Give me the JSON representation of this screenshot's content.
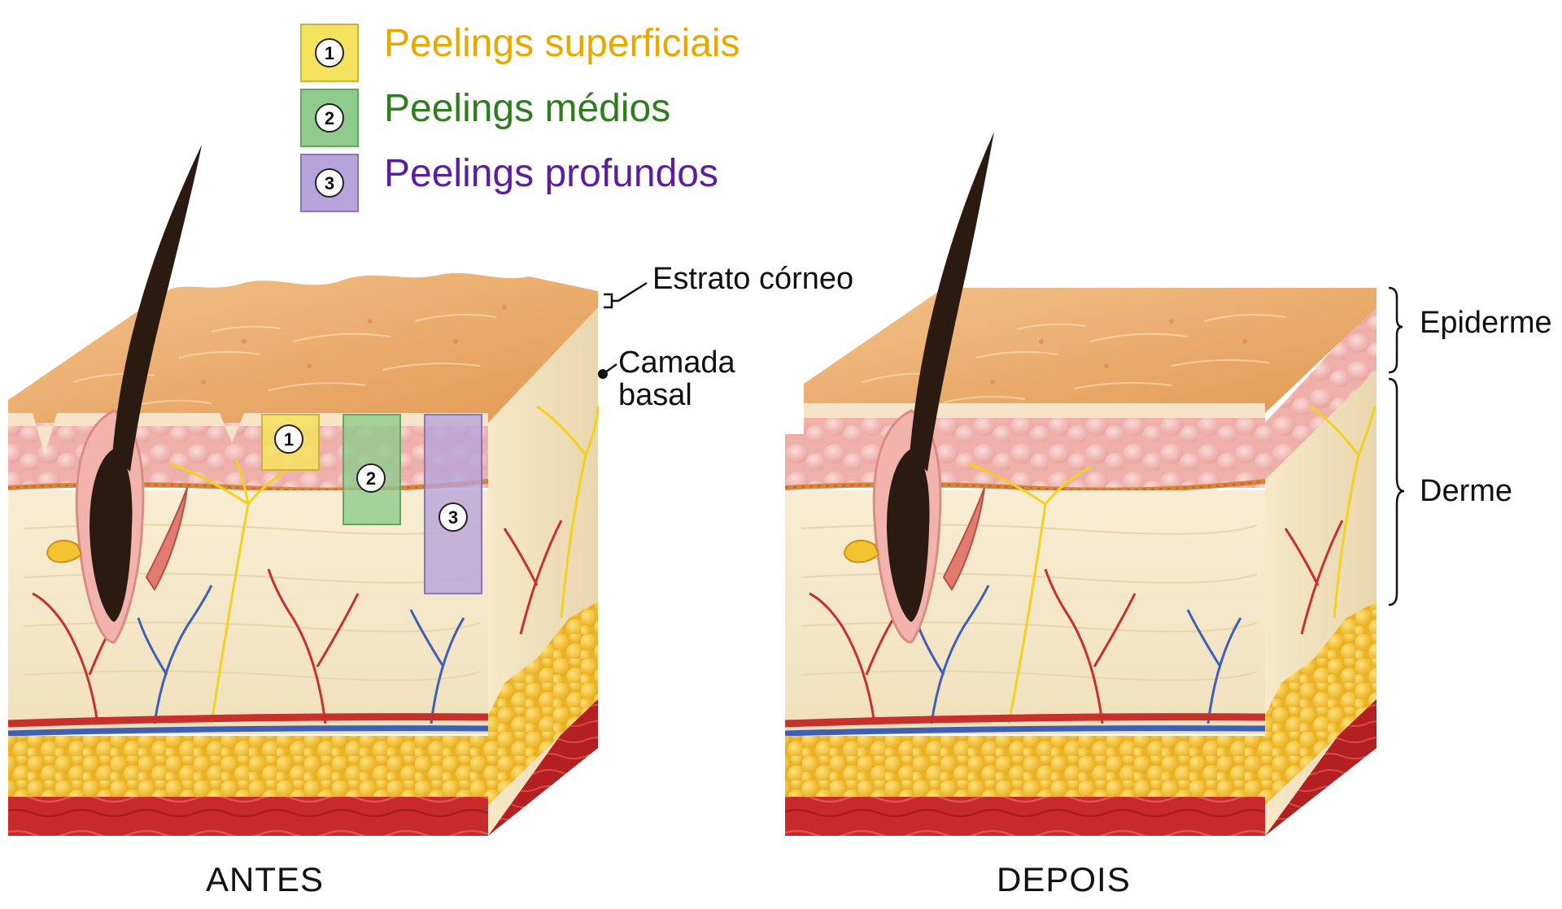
{
  "legend": [
    {
      "number": "1",
      "label": "Peelings superficiais",
      "text_color": "#E8A800",
      "box_fill": "#F5E25E",
      "box_stroke": "#C9B43A"
    },
    {
      "number": "2",
      "label": "Peelings médios",
      "text_color": "#2E7D1E",
      "box_fill": "#8FCB8C",
      "box_stroke": "#5FA85C"
    },
    {
      "number": "3",
      "label": "Peelings profundos",
      "text_color": "#5A1FA0",
      "box_fill": "#B7A4DA",
      "box_stroke": "#8A74BE"
    }
  ],
  "labels": {
    "stratum_corneum": "Estrato córneo",
    "basal_layer_line1": "Camada",
    "basal_layer_line2": "basal",
    "epidermis": "Epiderme",
    "dermis": "Derme"
  },
  "captions": {
    "before": "ANTES",
    "after": "DEPOIS"
  },
  "colors": {
    "stratum": "#E9A866",
    "epidermis_pink": "#F2B9B4",
    "dermis": "#F3E6C6",
    "fat": "#F5C430",
    "muscle": "#C8292A",
    "hair": "#2B1A10",
    "artery": "#C8302C",
    "vein": "#3D5FB5",
    "nerve": "#F2D21E"
  }
}
